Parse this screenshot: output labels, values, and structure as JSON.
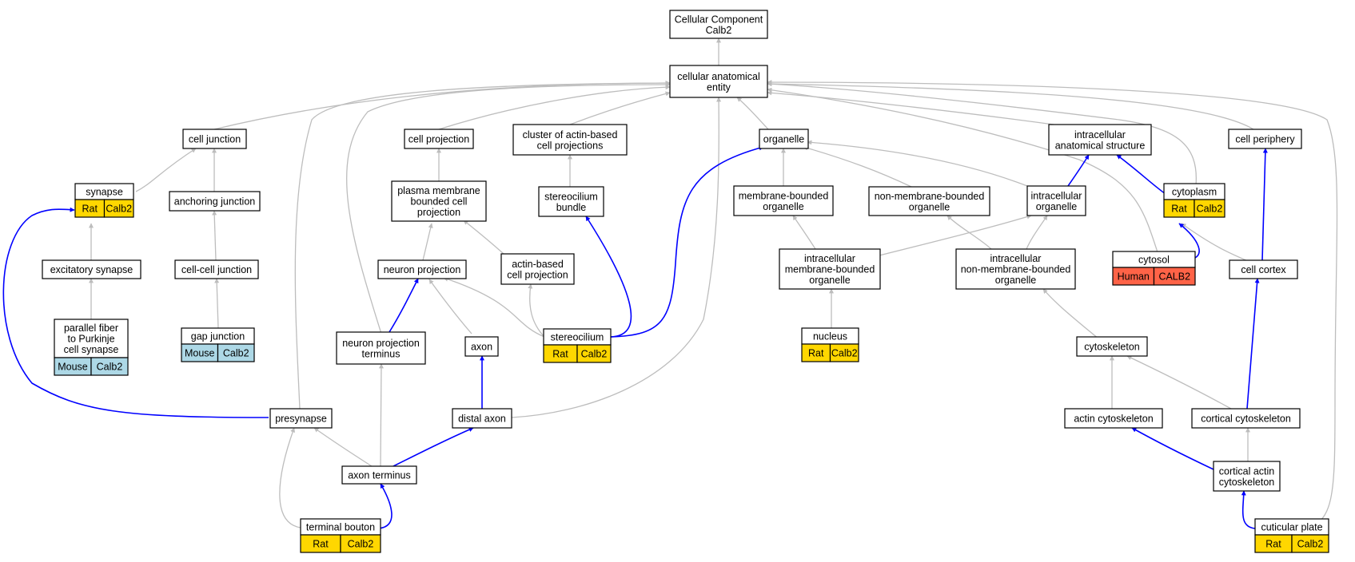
{
  "colors": {
    "rat": "#ffd700",
    "mouse": "#add8e6",
    "human": "#ff6347",
    "edge_is_a": "#bdbdbd",
    "edge_part_of": "#0000ff"
  },
  "nodes": {
    "root": [
      "Cellular Component",
      "Calb2"
    ],
    "cae": [
      "cellular anatomical",
      "entity"
    ],
    "cell_junction": [
      "cell junction"
    ],
    "cell_projection": [
      "cell projection"
    ],
    "cluster_actin": [
      "cluster of actin-based",
      "cell projections"
    ],
    "organelle": [
      "organelle"
    ],
    "intracellular_anat": [
      "intracellular",
      "anatomical structure"
    ],
    "cell_periphery": [
      "cell periphery"
    ],
    "synapse": [
      "synapse"
    ],
    "anchoring_junction": [
      "anchoring junction"
    ],
    "plasma_membrane_proj": [
      "plasma membrane",
      "bounded cell",
      "projection"
    ],
    "stereocilium_bundle": [
      "stereocilium",
      "bundle"
    ],
    "membrane_bounded": [
      "membrane-bounded",
      "organelle"
    ],
    "non_membrane_bounded": [
      "non-membrane-bounded",
      "organelle"
    ],
    "intracellular_organelle": [
      "intracellular",
      "organelle"
    ],
    "cytoplasm": [
      "cytoplasm"
    ],
    "excitatory_synapse": [
      "excitatory synapse"
    ],
    "cell_cell_junction": [
      "cell-cell junction"
    ],
    "neuron_projection": [
      "neuron projection"
    ],
    "actin_based_proj": [
      "actin-based",
      "cell projection"
    ],
    "intra_mb_organelle": [
      "intracellular",
      "membrane-bounded",
      "organelle"
    ],
    "intra_nmb_organelle": [
      "intracellular",
      "non-membrane-bounded",
      "organelle"
    ],
    "cytosol": [
      "cytosol"
    ],
    "cell_cortex": [
      "cell cortex"
    ],
    "parallel_fiber": [
      "parallel fiber",
      "to Purkinje",
      "cell synapse"
    ],
    "gap_junction": [
      "gap junction"
    ],
    "npt": [
      "neuron projection",
      "terminus"
    ],
    "axon": [
      "axon"
    ],
    "stereocilium": [
      "stereocilium"
    ],
    "nucleus": [
      "nucleus"
    ],
    "cytoskeleton": [
      "cytoskeleton"
    ],
    "presynapse": [
      "presynapse"
    ],
    "distal_axon": [
      "distal axon"
    ],
    "actin_cytoskeleton": [
      "actin cytoskeleton"
    ],
    "cortical_cytoskeleton": [
      "cortical cytoskeleton"
    ],
    "axon_terminus": [
      "axon terminus"
    ],
    "cortical_actin": [
      "cortical actin",
      "cytoskeleton"
    ],
    "terminal_bouton": [
      "terminal bouton"
    ],
    "cuticular_plate": [
      "cuticular plate"
    ]
  },
  "annotations": {
    "synapse": [
      {
        "species": "Rat",
        "gene": "Calb2"
      }
    ],
    "cytoplasm": [
      {
        "species": "Rat",
        "gene": "Calb2"
      }
    ],
    "cytosol": [
      {
        "species": "Human",
        "gene": "CALB2"
      }
    ],
    "parallel_fiber": [
      {
        "species": "Mouse",
        "gene": "Calb2"
      }
    ],
    "gap_junction": [
      {
        "species": "Mouse",
        "gene": "Calb2"
      }
    ],
    "stereocilium": [
      {
        "species": "Rat",
        "gene": "Calb2"
      }
    ],
    "nucleus": [
      {
        "species": "Rat",
        "gene": "Calb2"
      }
    ],
    "terminal_bouton": [
      {
        "species": "Rat",
        "gene": "Calb2"
      }
    ],
    "cuticular_plate": [
      {
        "species": "Rat",
        "gene": "Calb2"
      }
    ]
  }
}
